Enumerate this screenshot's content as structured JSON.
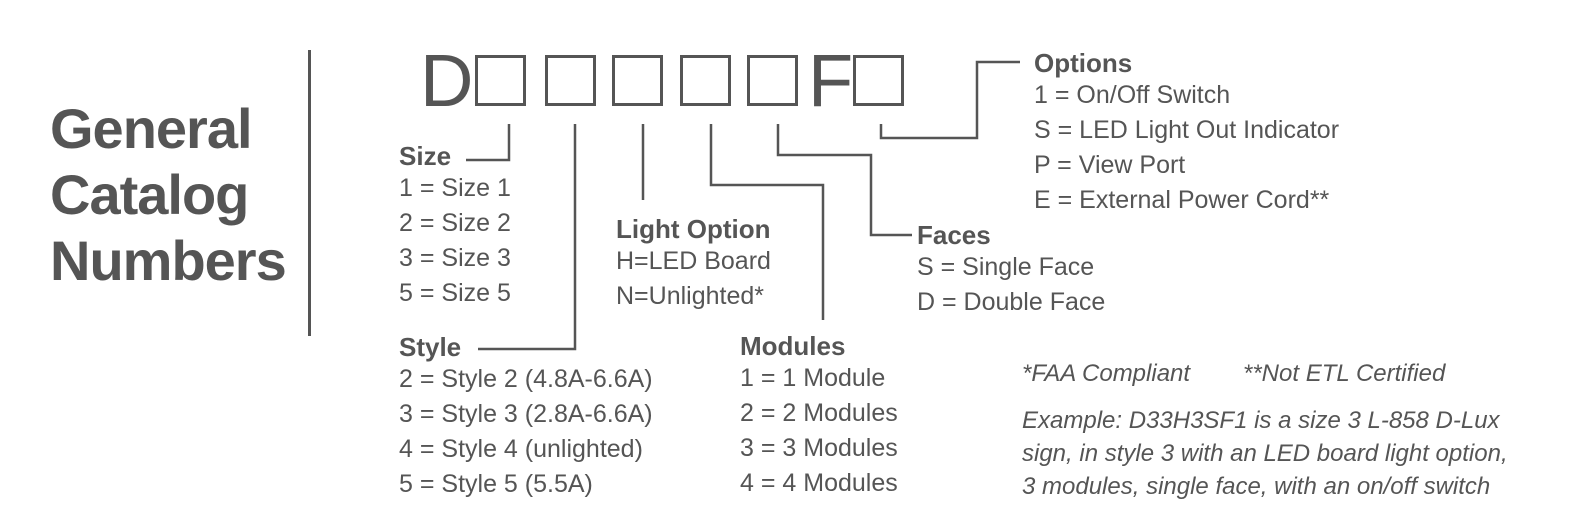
{
  "title": {
    "line1": "General",
    "line2": "Catalog",
    "line3": "Numbers"
  },
  "code": {
    "first_letter": "D",
    "f_letter": "F"
  },
  "size": {
    "heading": "Size",
    "items": [
      "1 = Size 1",
      "2 = Size 2",
      "3 = Size 3",
      "5 = Size 5"
    ]
  },
  "style": {
    "heading": "Style",
    "items": [
      "2 = Style 2 (4.8A-6.6A)",
      "3 = Style 3 (2.8A-6.6A)",
      "4 = Style 4 (unlighted)",
      "5 = Style 5 (5.5A)"
    ]
  },
  "light_option": {
    "heading": "Light Option",
    "items": [
      "H=LED Board",
      "N=Unlighted*"
    ]
  },
  "modules": {
    "heading": "Modules",
    "items": [
      "1 = 1 Module",
      "2 = 2 Modules",
      "3 = 3 Modules",
      "4 = 4 Modules"
    ]
  },
  "faces": {
    "heading": "Faces",
    "items": [
      "S = Single Face",
      "D = Double Face"
    ]
  },
  "options": {
    "heading": "Options",
    "items": [
      "1 = On/Off Switch",
      "S = LED Light Out Indicator",
      "P = View Port",
      "E = External Power Cord**"
    ]
  },
  "notes": {
    "faa": "*FAA Compliant",
    "etl": "**Not ETL Certified",
    "example_line1": "Example:  D33H3SF1 is a size 3 L-858 D-Lux",
    "example_line2": "sign, in style 3 with an LED board light option,",
    "example_line3": "3 modules, single face, with an on/off switch"
  },
  "colors": {
    "text": "#555555",
    "background": "#ffffff"
  }
}
